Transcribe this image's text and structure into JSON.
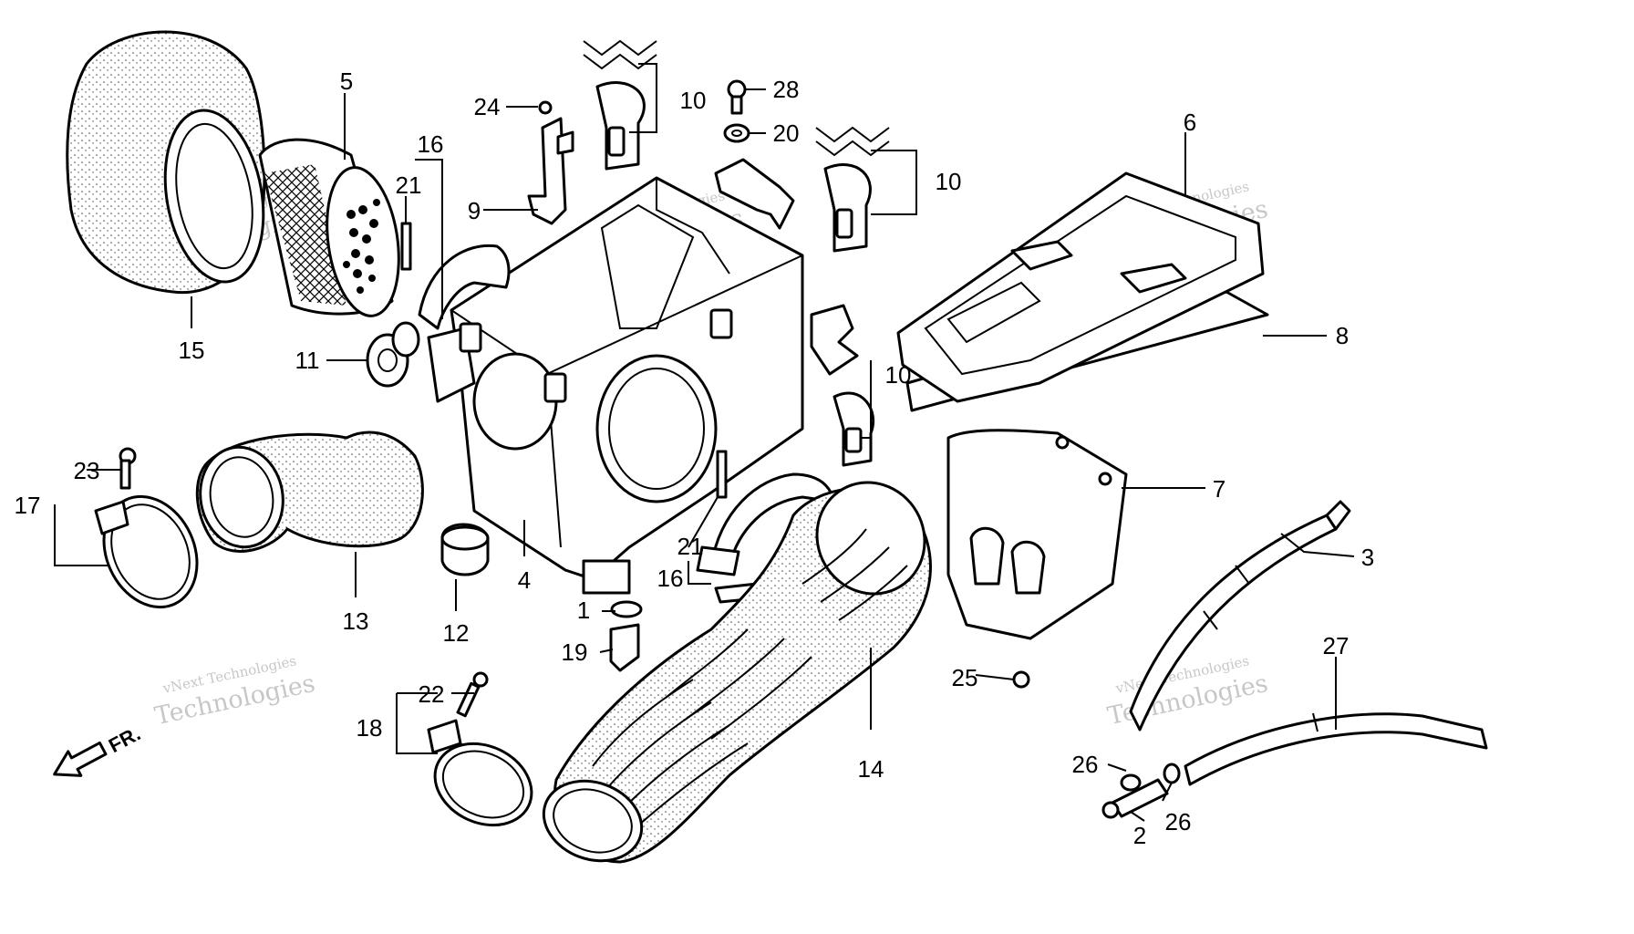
{
  "callouts": [
    {
      "id": "1",
      "label": "1"
    },
    {
      "id": "2",
      "label": "2"
    },
    {
      "id": "3",
      "label": "3"
    },
    {
      "id": "4",
      "label": "4"
    },
    {
      "id": "5",
      "label": "5"
    },
    {
      "id": "6",
      "label": "6"
    },
    {
      "id": "7",
      "label": "7"
    },
    {
      "id": "8",
      "label": "8"
    },
    {
      "id": "9",
      "label": "9"
    },
    {
      "id": "10a",
      "label": "10"
    },
    {
      "id": "10b",
      "label": "10"
    },
    {
      "id": "10c",
      "label": "10"
    },
    {
      "id": "11",
      "label": "11"
    },
    {
      "id": "12",
      "label": "12"
    },
    {
      "id": "13",
      "label": "13"
    },
    {
      "id": "14",
      "label": "14"
    },
    {
      "id": "15",
      "label": "15"
    },
    {
      "id": "16a",
      "label": "16"
    },
    {
      "id": "16b",
      "label": "16"
    },
    {
      "id": "17",
      "label": "17"
    },
    {
      "id": "18",
      "label": "18"
    },
    {
      "id": "19",
      "label": "19"
    },
    {
      "id": "20",
      "label": "20"
    },
    {
      "id": "21a",
      "label": "21"
    },
    {
      "id": "21b",
      "label": "21"
    },
    {
      "id": "22",
      "label": "22"
    },
    {
      "id": "23",
      "label": "23"
    },
    {
      "id": "24",
      "label": "24"
    },
    {
      "id": "25",
      "label": "25"
    },
    {
      "id": "26a",
      "label": "26"
    },
    {
      "id": "26b",
      "label": "26"
    },
    {
      "id": "27",
      "label": "27"
    },
    {
      "id": "28",
      "label": "28"
    }
  ],
  "watermark": {
    "line1": "vNext Technologies",
    "line2": "Technologies"
  },
  "front_arrow": {
    "label": "FR."
  },
  "colors": {
    "ink": "#000000",
    "paper": "#ffffff",
    "watermark": "#9a9a9a"
  }
}
